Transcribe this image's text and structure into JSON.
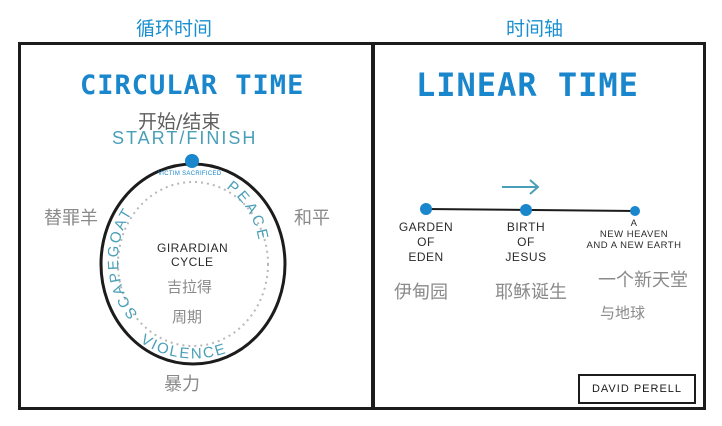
{
  "headings": {
    "left_cn": "循环时间",
    "right_cn": "时间轴"
  },
  "circular": {
    "title": "CIRCULAR TIME",
    "start_cn": "开始/结束",
    "start_en": "START/FINISH",
    "victim": "VICTIM SACRIFICED",
    "scapegoat_en": "SCAPEGOAT",
    "scapegoat_cn": "替罪羊",
    "peace_en": "PEACE",
    "peace_cn": "和平",
    "violence_en": "VIOLENCE",
    "violence_cn": "暴力",
    "center_line1": "GIRARDIAN",
    "center_line2": "CYCLE",
    "center_cn_line1": "吉拉得",
    "center_cn_line2": "周期",
    "colors": {
      "accent": "#1a86cc",
      "circle": "#1c1c1c",
      "inner_dots": "#b8b8b8"
    }
  },
  "linear": {
    "title": "LINEAR TIME",
    "points": [
      {
        "en": [
          "GARDEN",
          "OF",
          "EDEN"
        ],
        "cn": [
          "伊甸园"
        ]
      },
      {
        "en": [
          "BIRTH",
          "OF",
          "JESUS"
        ],
        "cn": [
          "耶稣诞生"
        ]
      },
      {
        "en": [
          "A",
          "NEW HEAVEN",
          "AND A NEW EARTH"
        ],
        "cn": [
          "一个新天堂",
          "与地球"
        ]
      }
    ],
    "credit": "DAVID PERELL",
    "colors": {
      "accent": "#1a86cc",
      "line": "#1c1c1c"
    }
  }
}
